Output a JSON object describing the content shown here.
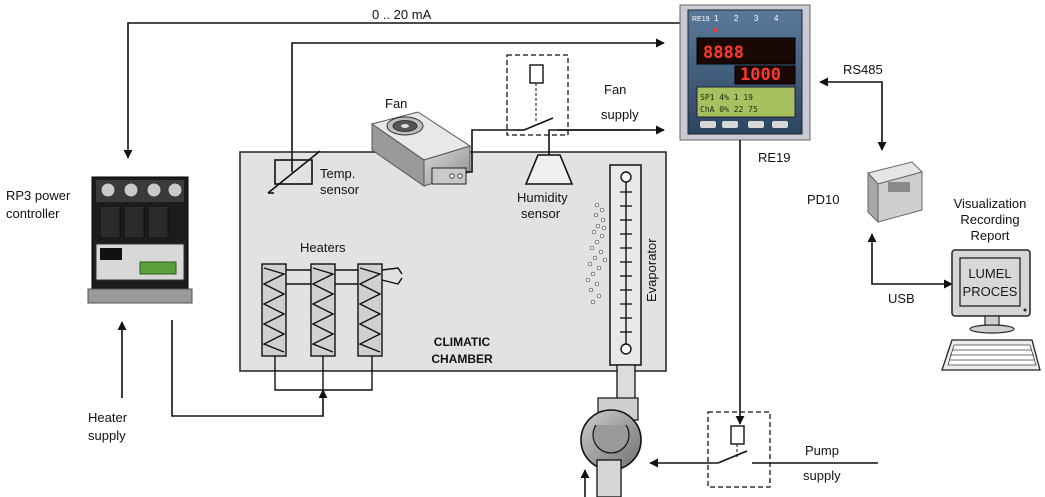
{
  "labels": {
    "current_signal": "0 .. 20 mA",
    "rs485": "RS485",
    "usb": "USB",
    "re19": "RE19",
    "pd10": "PD10",
    "rp3_line1": "RP3 power",
    "rp3_line2": "controller",
    "fan": "Fan",
    "fan_supply_line1": "Fan",
    "fan_supply_line2": "supply",
    "temp_sensor_line1": "Temp.",
    "temp_sensor_line2": "sensor",
    "humidity_sensor_line1": "Humidity",
    "humidity_sensor_line2": "sensor",
    "heaters": "Heaters",
    "evaporator": "Evaporator",
    "chamber_line1": "CLIMATIC",
    "chamber_line2": "CHAMBER",
    "heater_supply_line1": "Heater",
    "heater_supply_line2": "supply",
    "pump_supply_line1": "Pump",
    "pump_supply_line2": "supply",
    "visualization": "Visualization",
    "recording": "Recording",
    "report": "Report",
    "screen_line1": "LUMEL",
    "screen_line2": "PROCES"
  },
  "re19_panel": {
    "brand": "RE19",
    "channel_numbers": [
      "1",
      "2",
      "3",
      "4"
    ],
    "display_top": "8888",
    "display_bottom": "1000",
    "lcd_line1": "SP1  4%  1  19",
    "lcd_line2": "ChA  0%  22 75"
  },
  "colors": {
    "chamber_fill": "#e2e2e2",
    "controller_panel": "#2f4f70",
    "display_red": "#ff3a2a",
    "lcd_green": "#a8c060",
    "screen_fill": "#d8d8d8"
  }
}
